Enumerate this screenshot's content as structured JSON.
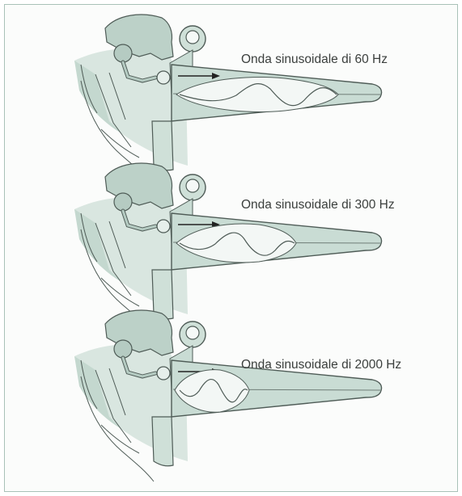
{
  "panels": [
    {
      "label": "Onda sinusoidale di 60 Hz",
      "frequency_hz": 60
    },
    {
      "label": "Onda sinusoidale di 300 Hz",
      "frequency_hz": 300
    },
    {
      "label": "Onda sinusoidale di 2000 Hz",
      "frequency_hz": 2000
    }
  ],
  "colors": {
    "cochlea_fill": "#c9dcd4",
    "bone_fill": "#bcd1c8",
    "tissue_fill": "#d9e6e0",
    "outline": "#4f5c57",
    "envelope_fill": "#f3f7f5",
    "frame_border": "#a9c1b8"
  }
}
